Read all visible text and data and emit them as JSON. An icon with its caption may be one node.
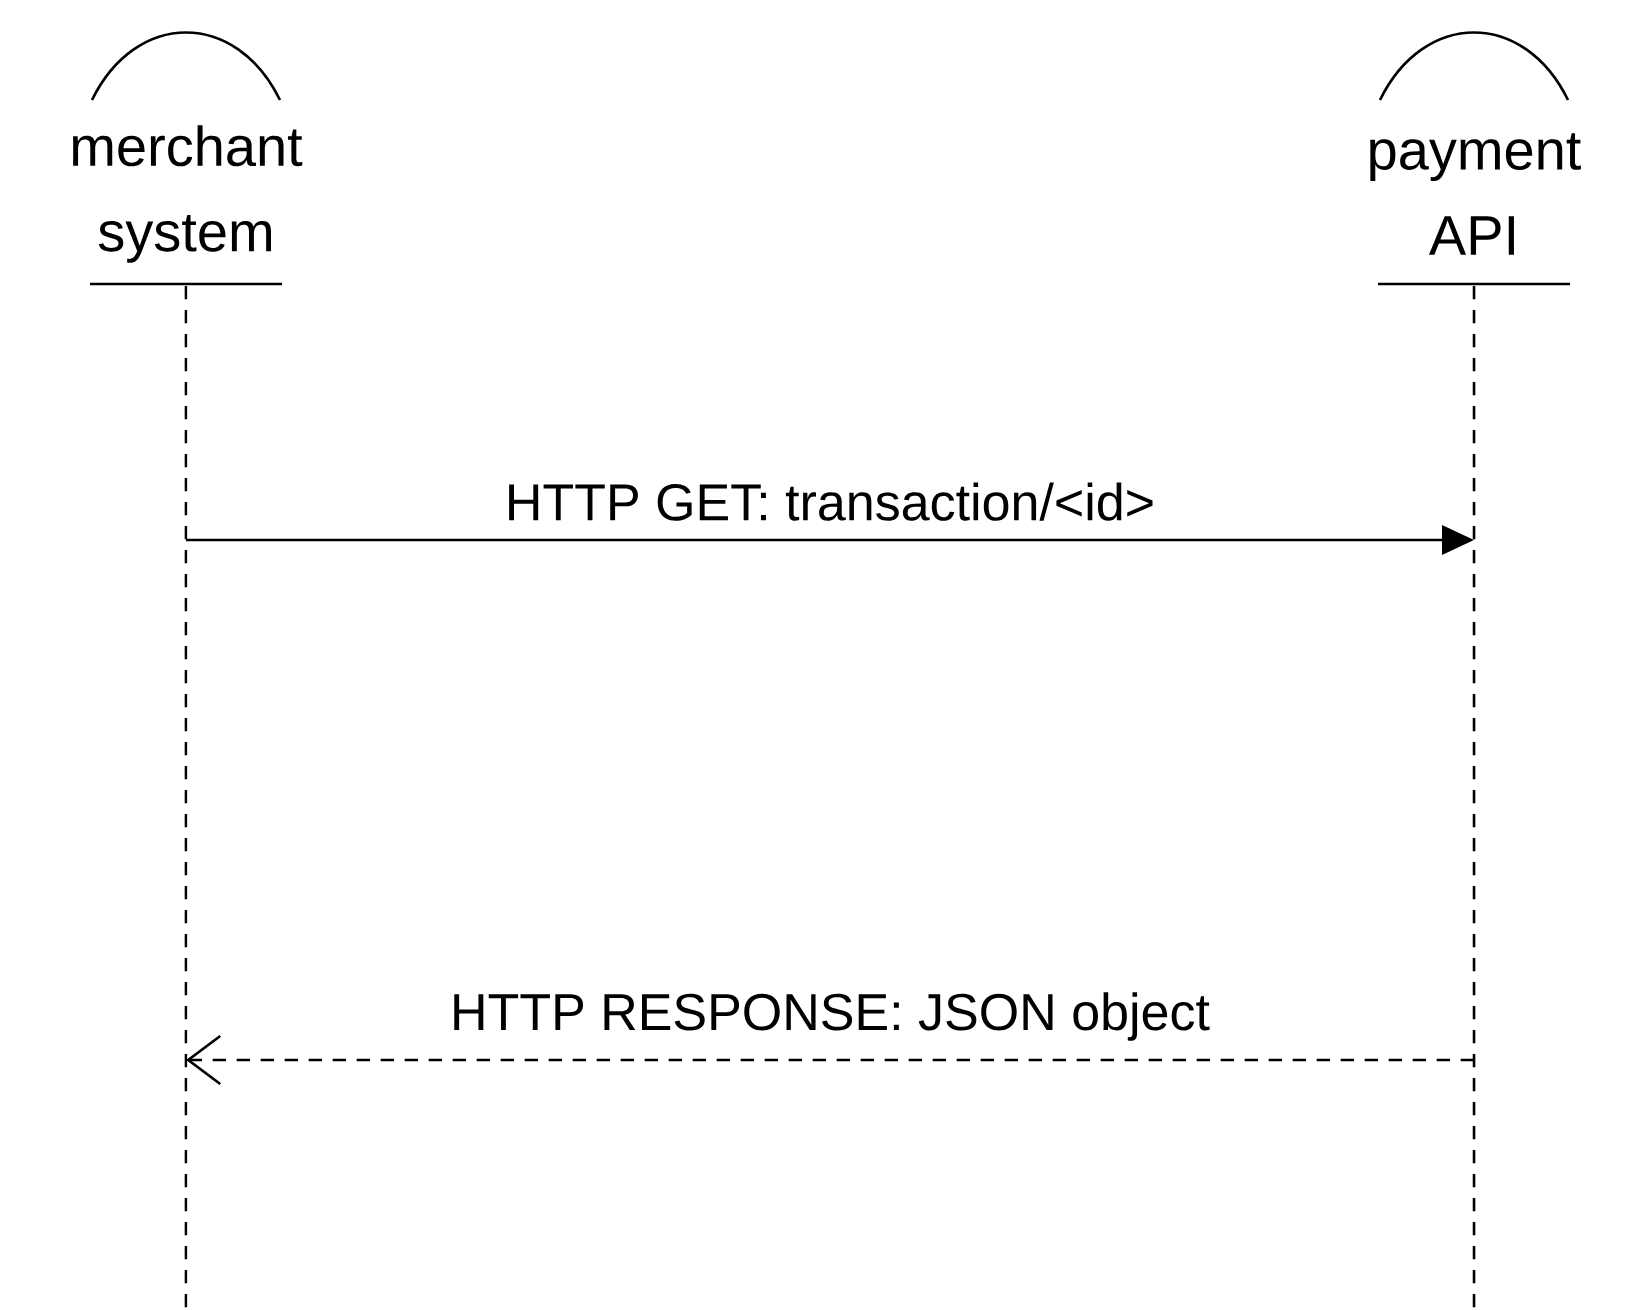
{
  "diagram": {
    "nodes": [
      {
        "text": [
          "merchant system"
        ]
      },
      {
        "text": [
          "payment API"
        ]
      }
    ],
    "edges": [
      {
        "from": 0,
        "to": 1,
        "arrow": "to",
        "label": "HTTP GET: transaction/<id>"
      },
      {
        "from": 1,
        "to": 0,
        "arrow": "to",
        "label": "HTTP RESPONSE: JSON object",
        "style": "dashed"
      }
    ]
  }
}
